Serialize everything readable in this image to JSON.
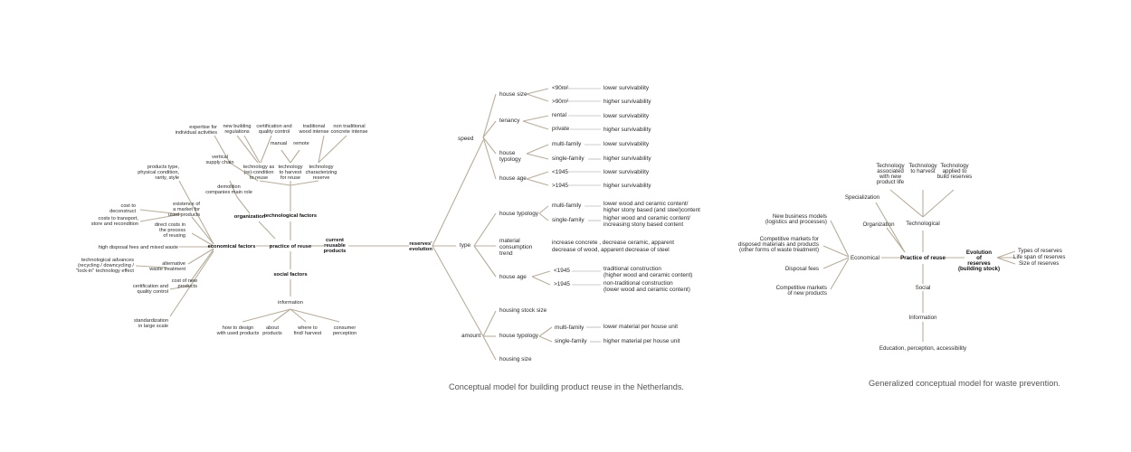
{
  "left": {
    "hub": "practice of reuse",
    "current_products": [
      "current",
      "reusable",
      "products"
    ],
    "reserves": [
      "reserves'",
      "evolution"
    ],
    "economical": "economical factors",
    "technological": "technological factors",
    "organization": "organization",
    "social": "social factors",
    "information": "information",
    "econ_items": [
      [
        "products type,",
        "physical condition,",
        "rarity, style"
      ],
      [
        "existence of",
        "a market for",
        "used products"
      ],
      [
        "cost to",
        "deconstruct"
      ],
      [
        "costs to transport,",
        "store and recondition"
      ],
      [
        "direct costs in",
        "the process",
        "of reusing"
      ],
      [
        "high disposal fees and mixed waste"
      ],
      [
        "technological advances",
        "(recycling / downcycling /",
        "\"lock-in\" technology effect"
      ],
      [
        "alternative",
        "waste treatment"
      ],
      [
        "cost of new",
        "products"
      ],
      [
        "certification and",
        "quality control"
      ],
      [
        "standardization",
        "in large scale"
      ]
    ],
    "tech_items": [
      [
        "expertise for",
        "individual activities"
      ],
      [
        "new building",
        "regulations"
      ],
      [
        "certification and",
        "quality control"
      ],
      [
        "traditional",
        "wood intense"
      ],
      [
        "non traditional",
        "concrete intense"
      ],
      [
        "vertical",
        "supply chain"
      ],
      [
        "manual"
      ],
      [
        "remote"
      ],
      [
        "technology as",
        "(re)-condition",
        "to reuse"
      ],
      [
        "technology",
        "to harvest",
        "for reuse"
      ],
      [
        "technology",
        "characterizing",
        "reserve"
      ],
      [
        "demolition",
        "companies main role"
      ]
    ],
    "info_items": [
      [
        "how to design",
        "with used products"
      ],
      [
        "about",
        "products"
      ],
      [
        "where to",
        "find/ harvest"
      ],
      [
        "consumer",
        "perception"
      ]
    ]
  },
  "right_tree": {
    "speed": "speed",
    "type": "type",
    "amount": "amount",
    "speed_rows": [
      {
        "cat": "house size",
        "subs": [
          {
            "s": "<90m²",
            "v": "lower survivability"
          },
          {
            "s": ">90m²",
            "v": "higher survivability"
          }
        ]
      },
      {
        "cat": "tenancy",
        "subs": [
          {
            "s": "rental",
            "v": "lower survivability"
          },
          {
            "s": "private",
            "v": "higher survivability"
          }
        ]
      },
      {
        "cat": "house typology",
        "subs": [
          {
            "s": "multi-family",
            "v": "lower survivability"
          },
          {
            "s": "single-family",
            "v": "higher survivability"
          }
        ]
      },
      {
        "cat": "house age",
        "subs": [
          {
            "s": "<1945",
            "v": "lower survivability"
          },
          {
            "s": ">1945",
            "v": "higher survivability"
          }
        ]
      }
    ],
    "type_rows": {
      "typology": "house typology",
      "typology_subs": [
        {
          "s": "multi-family",
          "v": [
            "lower wood and ceramic content/",
            "higher stony based (and steel)content"
          ]
        },
        {
          "s": "single-family",
          "v": [
            "higher wood and ceramic content/",
            "increasing stony based content"
          ]
        }
      ],
      "material": [
        "material",
        "consumption",
        "trend"
      ],
      "material_val": [
        "increase concrete , decrease ceramic, apparent",
        "decrease of wood, apparent decrease of steel"
      ],
      "age": "house age",
      "age_subs": [
        {
          "s": "<1945",
          "v": [
            "traditional construction",
            "(higher wood and ceramic content)"
          ]
        },
        {
          "s": ">1945",
          "v": [
            "non-traditional construction",
            "(lower wood and ceramic content)"
          ]
        }
      ]
    },
    "amount_rows": {
      "stock": "housing stock size",
      "typology": "house typology",
      "typology_subs": [
        {
          "s": "multi-family",
          "v": "lower material per house unit"
        },
        {
          "s": "single-family",
          "v": "higher material per house unit"
        }
      ],
      "size": "housing size"
    }
  },
  "generalized": {
    "hub": "Practice of reuse",
    "evolution": [
      "Evolution",
      "of",
      "reserves",
      "(building stock)"
    ],
    "technological": "Technological",
    "organization": "Organization",
    "specialization": "Specialization",
    "tech_items": [
      [
        "Technology",
        "associated",
        "with new",
        "product life"
      ],
      [
        "Technology",
        "to harvest"
      ],
      [
        "Technology",
        "applied to",
        "build reserves"
      ]
    ],
    "economical": "Economical",
    "econ_items": [
      [
        "New business models",
        "(logistics and processes)"
      ],
      [
        "Competitive markets for",
        "disposed materials and products",
        "(other forms of waste treatment)"
      ],
      [
        "Disposal fees"
      ],
      [
        "Competitive markets",
        "of new products"
      ]
    ],
    "social": "Social",
    "information": "Information",
    "info_item": "Education, perception, accessibility",
    "reserve_items": [
      "Types of reserves",
      "Life span of reserves",
      "Size of reserves"
    ]
  },
  "captions": {
    "left": "Conceptual model for building product reuse in the Netherlands.",
    "right": "Generalized conceptual model for waste prevention."
  }
}
